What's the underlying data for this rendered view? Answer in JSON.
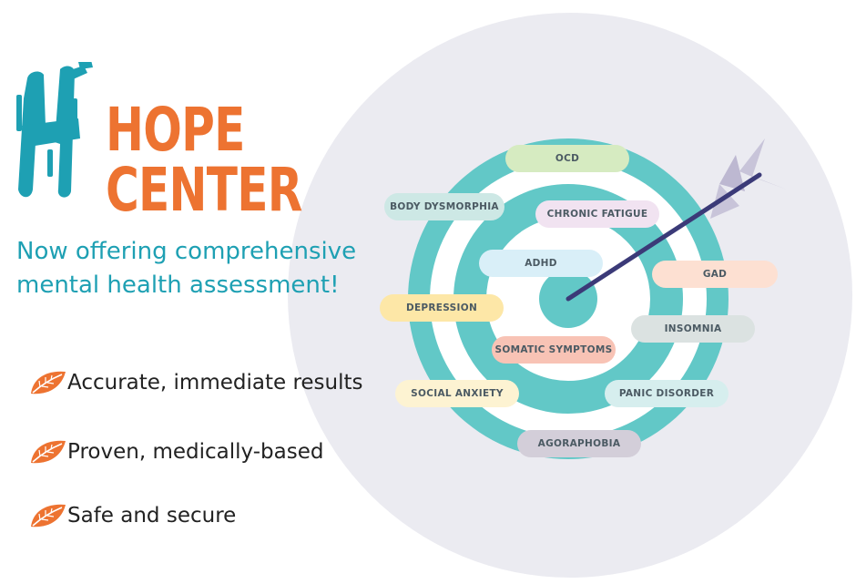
{
  "brand": {
    "logo_text": "HOPE CENTER",
    "colors": {
      "orange": "#ed7331",
      "teal": "#1ea0b3",
      "ring_teal": "#62c8c7",
      "background_circle": "#ebebf1"
    }
  },
  "tagline": "Now offering comprehensive mental health assessment!",
  "features": [
    {
      "icon": "leaf-icon",
      "text": "Accurate, immediate results"
    },
    {
      "icon": "leaf-icon",
      "text": "Proven, medically-based"
    },
    {
      "icon": "leaf-icon",
      "text": "Safe and secure"
    }
  ],
  "target_labels": [
    {
      "label": "OCD",
      "color": "#d6ebc1"
    },
    {
      "label": "BODY DYSMORPHIA",
      "color": "#cde8e5"
    },
    {
      "label": "CHRONIC FATIGUE",
      "color": "#f1e3f1"
    },
    {
      "label": "ADHD",
      "color": "#d9eff8"
    },
    {
      "label": "GAD",
      "color": "#fde0d2"
    },
    {
      "label": "DEPRESSION",
      "color": "#fde7a7"
    },
    {
      "label": "INSOMNIA",
      "color": "#dbe2e1"
    },
    {
      "label": "SOMATIC SYMPTOMS",
      "color": "#f8c3b5"
    },
    {
      "label": "SOCIAL ANXIETY",
      "color": "#fdf3d2"
    },
    {
      "label": "PANIC DISORDER",
      "color": "#d6eeee"
    },
    {
      "label": "AGORAPHOBIA",
      "color": "#d3ced9"
    }
  ]
}
